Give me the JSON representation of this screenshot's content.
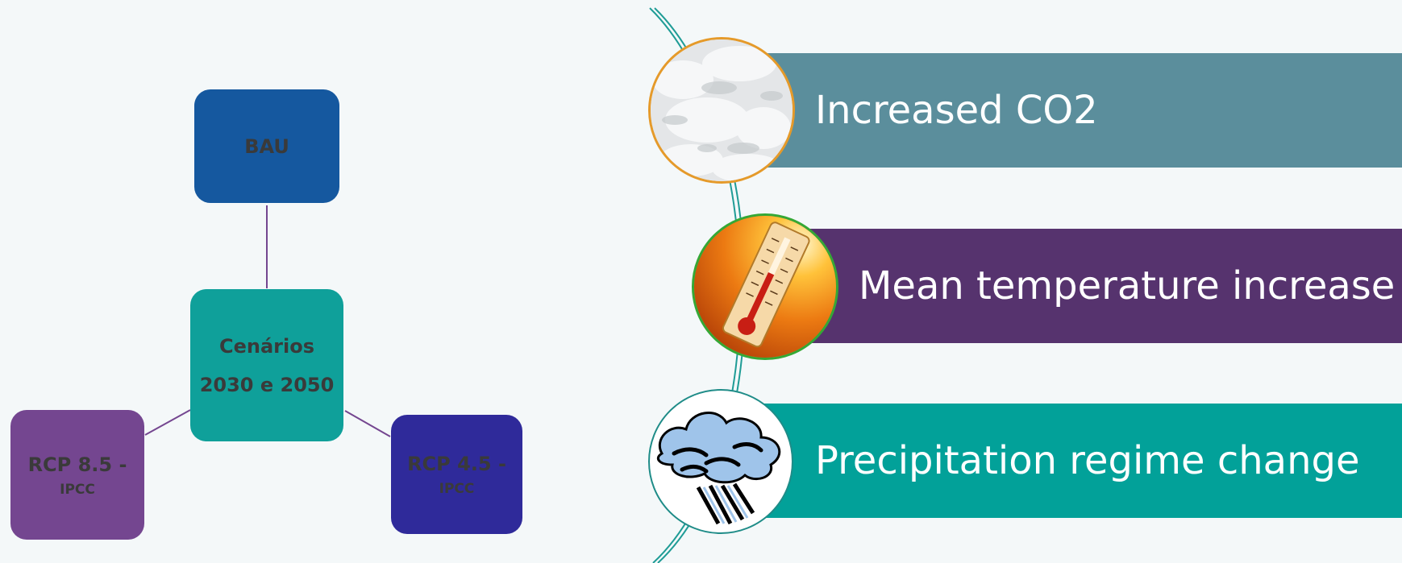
{
  "diagram": {
    "center": {
      "line1": "Cenários",
      "line2": "2030 e 2050",
      "color": "#0fa09a"
    },
    "top": {
      "label": "BAU",
      "color": "#15589f"
    },
    "left": {
      "label": "RCP 8.5 -",
      "sub": "IPCC",
      "color": "#744690"
    },
    "right": {
      "label": "RCP 4.5  -",
      "sub": "IPCC",
      "color": "#2f2a9a"
    },
    "connector_color": "#744690"
  },
  "impacts": [
    {
      "label": "Increased CO2",
      "color": "#5b8e9c",
      "ring": "#e59a2a",
      "icon": "clouds-icon"
    },
    {
      "label": "Mean temperature increase",
      "color": "#56336e",
      "ring": "#35a835",
      "icon": "thermometer-icon"
    },
    {
      "label": "Precipitation regime change",
      "color": "#02a199",
      "ring": "#1f8c88",
      "icon": "rain-cloud-icon"
    }
  ],
  "timeline_color": "#1f9c96"
}
